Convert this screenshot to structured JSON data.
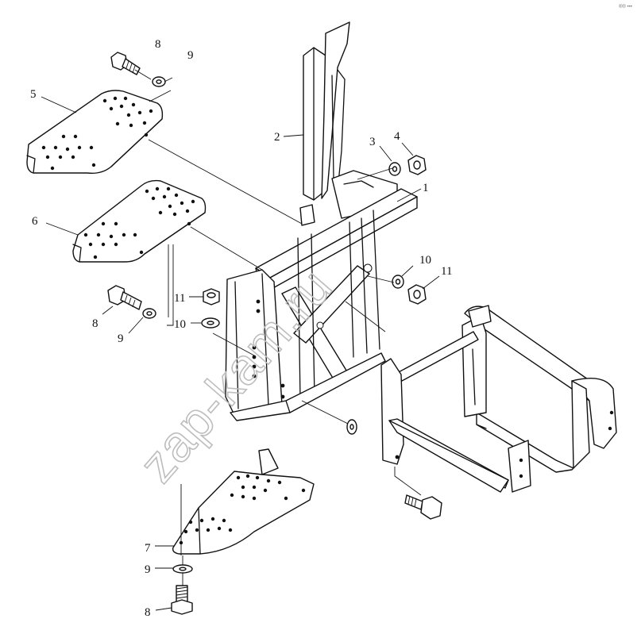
{
  "watermark": "zap-kam.ru",
  "corner_mark": "®® •••",
  "callouts": [
    {
      "id": "c1",
      "text": "1"
    },
    {
      "id": "c2",
      "text": "2"
    },
    {
      "id": "c3",
      "text": "3"
    },
    {
      "id": "c4",
      "text": "4"
    },
    {
      "id": "c5",
      "text": "5"
    },
    {
      "id": "c6",
      "text": "6"
    },
    {
      "id": "c7",
      "text": "7"
    },
    {
      "id": "c8a",
      "text": "8"
    },
    {
      "id": "c8b",
      "text": "8"
    },
    {
      "id": "c8c",
      "text": "8"
    },
    {
      "id": "c9a",
      "text": "9"
    },
    {
      "id": "c9b",
      "text": "9"
    },
    {
      "id": "c9c",
      "text": "9"
    },
    {
      "id": "c10a",
      "text": "10"
    },
    {
      "id": "c10b",
      "text": "10"
    },
    {
      "id": "c11a",
      "text": "11"
    },
    {
      "id": "c11b",
      "text": "11"
    }
  ]
}
